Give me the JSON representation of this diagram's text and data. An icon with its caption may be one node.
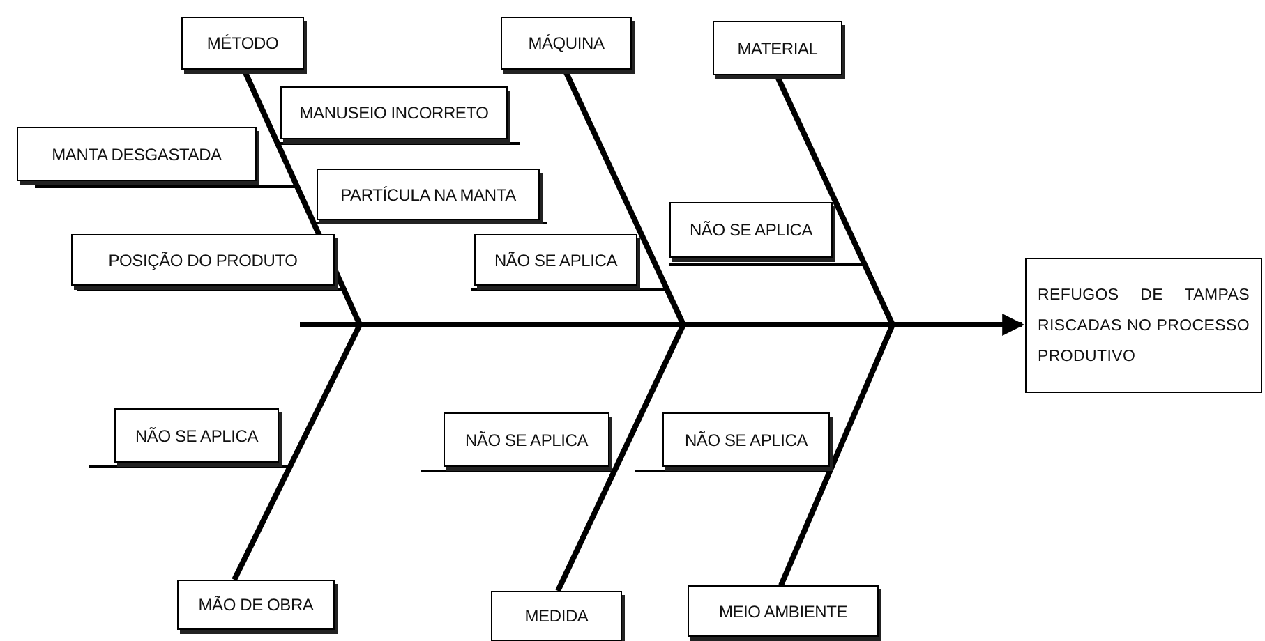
{
  "diagram": {
    "nodes": [
      {
        "text": [
          "MÉTODO"
        ]
      },
      {
        "text": [
          "MÁQUINA"
        ]
      },
      {
        "text": [
          "MATERIAL"
        ]
      },
      {
        "text": [
          "MANUSEIO INCORRETO"
        ]
      },
      {
        "text": [
          "MANTA DESGASTADA"
        ]
      },
      {
        "text": [
          "PARTÍCULA NA MANTA"
        ]
      },
      {
        "text": [
          "POSIÇÃO DO PRODUTO"
        ]
      },
      {
        "text": [
          "NÃO SE APLICA"
        ]
      },
      {
        "text": [
          "NÃO SE APLICA"
        ]
      },
      {
        "text": [
          "REFUGOS DE TAMPAS RISCADAS NO PROCESSO PRODUTIVO"
        ]
      },
      {
        "text": [
          "NÃO SE APLICA"
        ]
      },
      {
        "text": [
          "NÃO SE APLICA"
        ]
      },
      {
        "text": [
          "NÃO SE APLICA"
        ]
      },
      {
        "text": [
          "MÃO DE OBRA"
        ]
      },
      {
        "text": [
          "MEDIDA"
        ]
      },
      {
        "text": [
          "MEIO AMBIENTE"
        ]
      }
    ],
    "edges": [
      {
        "from": null,
        "to": 9,
        "arrow": "to",
        "style": "thick"
      },
      {
        "from": 0,
        "to": null,
        "arrow": "none",
        "style": "thick"
      },
      {
        "from": 1,
        "to": null,
        "arrow": "none",
        "style": "thick"
      },
      {
        "from": 2,
        "to": null,
        "arrow": "none",
        "style": "thick"
      },
      {
        "from": 13,
        "to": null,
        "arrow": "none",
        "style": "thick"
      },
      {
        "from": 14,
        "to": null,
        "arrow": "none",
        "style": "thick"
      },
      {
        "from": 15,
        "to": null,
        "arrow": "none",
        "style": "thick"
      },
      {
        "from": 3,
        "to": null,
        "arrow": "none"
      },
      {
        "from": 4,
        "to": null,
        "arrow": "none"
      },
      {
        "from": 5,
        "to": null,
        "arrow": "none"
      },
      {
        "from": 6,
        "to": null,
        "arrow": "none"
      },
      {
        "from": 7,
        "to": null,
        "arrow": "none"
      },
      {
        "from": 8,
        "to": null,
        "arrow": "none"
      },
      {
        "from": 10,
        "to": null,
        "arrow": "none"
      },
      {
        "from": 11,
        "to": null,
        "arrow": "none"
      },
      {
        "from": 12,
        "to": null,
        "arrow": "none"
      }
    ]
  }
}
